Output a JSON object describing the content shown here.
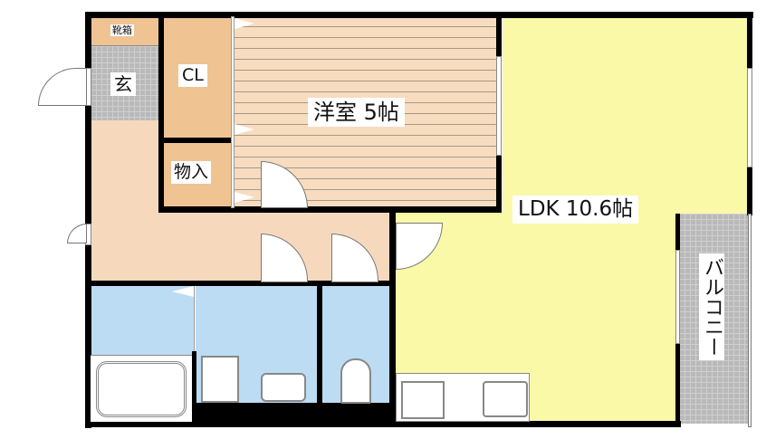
{
  "rooms": {
    "shoe_box": "靴箱",
    "entrance": "玄",
    "closet": "CL",
    "storage": "物入",
    "western_room": "洋室 5帖",
    "ldk": "LDK 10.6帖",
    "balcony": "バルコニー"
  },
  "colors": {
    "storage": "#f0c393",
    "hall": "#f6d9bd",
    "ldk": "#f9f9a8",
    "wet": "#bcdcf4",
    "wall": "#000000"
  }
}
